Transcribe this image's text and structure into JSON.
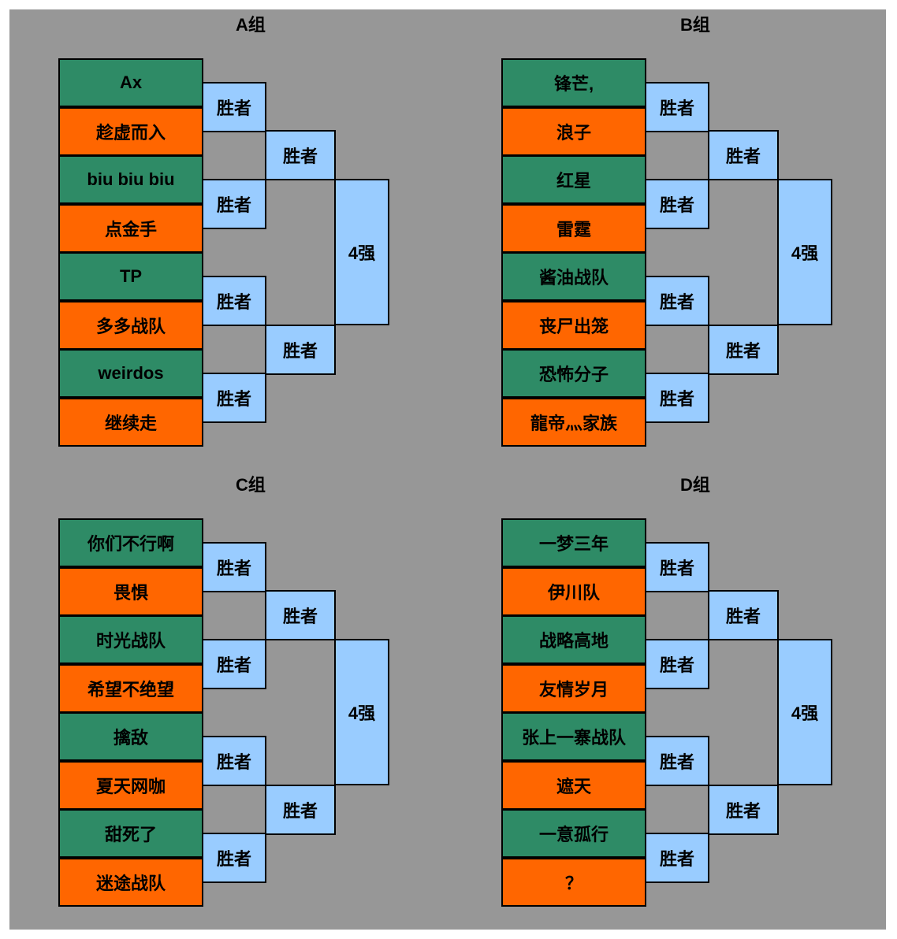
{
  "colors": {
    "background": "#979797",
    "team_a": "#2e8b66",
    "team_b": "#ff6600",
    "bracket": "#99ccff"
  },
  "labels": {
    "winner": "胜者",
    "top4": "4强"
  },
  "groups": [
    {
      "title": "A组",
      "teams": [
        "Ax",
        "趁虚而入",
        "biu  biu biu",
        "点金手",
        "TP",
        "多多战队",
        "weirdos",
        "继续走"
      ]
    },
    {
      "title": "B组",
      "teams": [
        "锋芒,",
        "浪子",
        "红星",
        "雷霆",
        "酱油战队",
        "丧尸出笼",
        "恐怖分子",
        "龍帝灬家族"
      ]
    },
    {
      "title": "C组",
      "teams": [
        "你们不行啊",
        "畏惧",
        "时光战队",
        "希望不绝望",
        "擒敌",
        "夏天网咖",
        "甜死了",
        "迷途战队"
      ]
    },
    {
      "title": "D组",
      "teams": [
        "一梦三年",
        "伊川队",
        "战略高地",
        "友情岁月",
        "张上一寨战队",
        "遮天",
        "一意孤行",
        "？"
      ]
    }
  ]
}
